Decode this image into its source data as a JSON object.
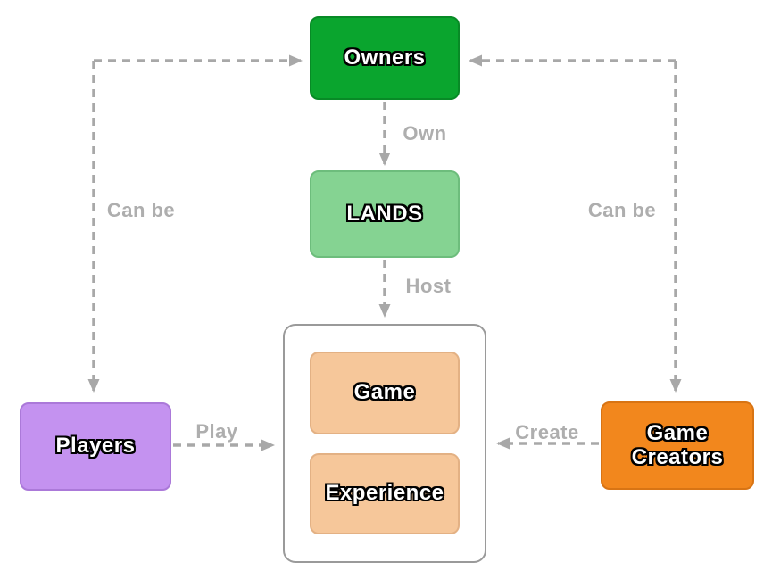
{
  "diagram": {
    "title": "Ownership / ecosystem relationship diagram",
    "nodes": {
      "owners": {
        "label": "Owners",
        "color": "#0aa52e"
      },
      "lands": {
        "label": "LANDS",
        "color": "#85d392"
      },
      "game": {
        "label": "Game",
        "color": "#f6c79a"
      },
      "experience": {
        "label": "Experience",
        "color": "#f6c79a"
      },
      "players": {
        "label": "Players",
        "color": "#c492f0"
      },
      "game_creators": {
        "label": "Game Creators",
        "color": "#f2871d"
      }
    },
    "edges": {
      "own": {
        "label": "Own",
        "from": "owners",
        "to": "lands"
      },
      "host": {
        "label": "Host",
        "from": "lands",
        "to": "game_experience_group"
      },
      "can_be_left": {
        "label": "Can be",
        "from": "players",
        "to": "owners"
      },
      "can_be_right": {
        "label": "Can be",
        "from": "game_creators",
        "to": "owners"
      },
      "play": {
        "label": "Play",
        "from": "players",
        "to": "game_experience_group"
      },
      "create": {
        "label": "Create",
        "from": "game_creators",
        "to": "game_experience_group"
      }
    },
    "style": {
      "arrow_color": "#a8a8a8",
      "edge_label_color": "#aeaeae",
      "line_style": "dashed"
    }
  }
}
